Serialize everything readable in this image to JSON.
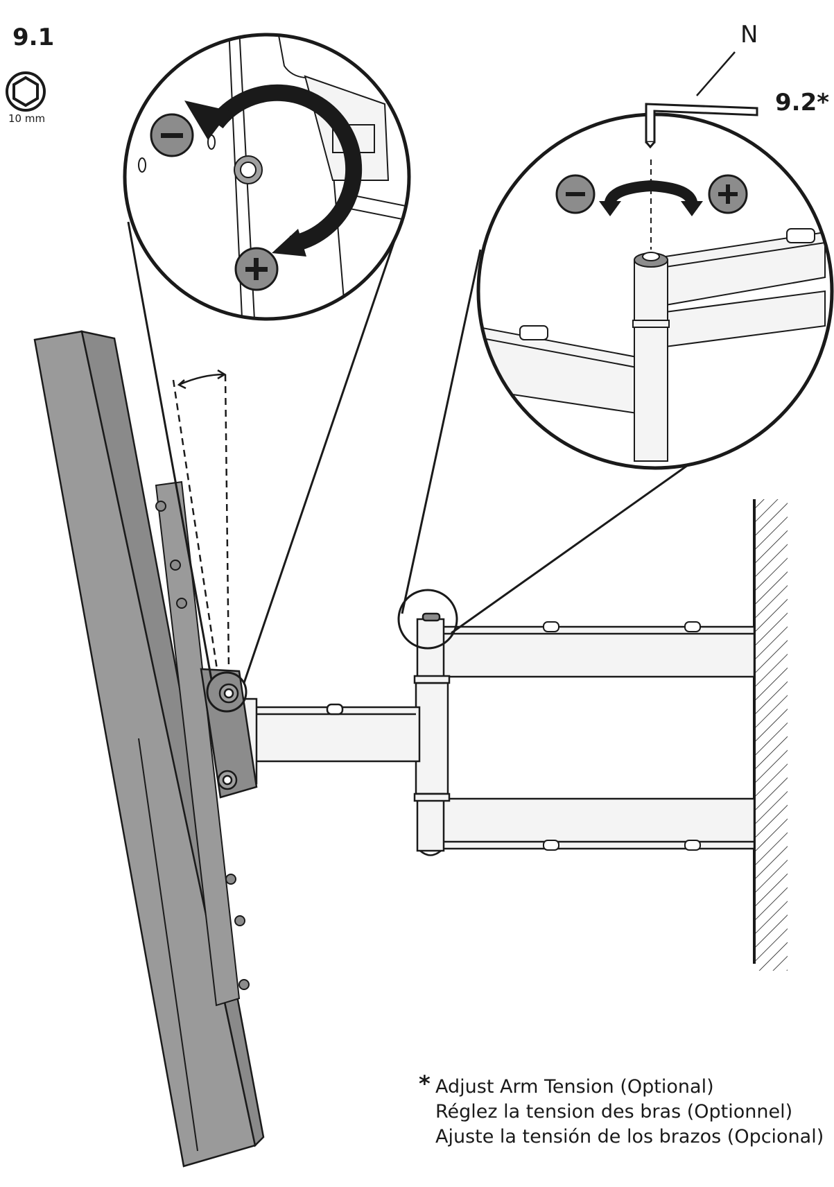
{
  "labels": {
    "step_1": "9.1",
    "tool_size": "10 mm",
    "step_2": "9.2*",
    "part_letter": "N"
  },
  "icons": {
    "tool": "hex-socket-icon",
    "loosen": "minus-circle-icon",
    "tighten": "plus-circle-icon",
    "rotate": "circular-arrow-icon",
    "wrench": "allen-key-icon"
  },
  "note": {
    "marker": "*",
    "lines": [
      "Adjust Arm Tension (Optional)",
      "Réglez la tension des bras (Optionnel)",
      "Ajuste la tensión de los brazos (Opcional)"
    ]
  },
  "colors": {
    "ink": "#1a1a1a",
    "tv_fill": "#9a9a9a",
    "tv_side": "#8a8a8a",
    "badge_fill": "#8c8c8c",
    "metal": "#f4f4f4"
  }
}
